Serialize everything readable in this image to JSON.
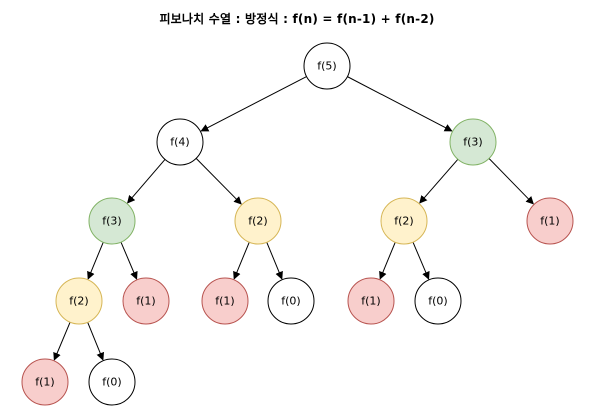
{
  "title": "피보나치 수열 :  방정식 : f(n) = f(n-1) + f(n-2)",
  "colors": {
    "white": {
      "fill": "#ffffff",
      "stroke": "#000000"
    },
    "green": {
      "fill": "#d5e8d4",
      "stroke": "#82b366"
    },
    "yellow": {
      "fill": "#fff2cc",
      "stroke": "#d6b656"
    },
    "red": {
      "fill": "#f8cecc",
      "stroke": "#b85450"
    }
  },
  "nodes": [
    {
      "id": "n5",
      "label": "f(5)",
      "color": "white"
    },
    {
      "id": "n4",
      "label": "f(4)",
      "color": "white"
    },
    {
      "id": "n3a",
      "label": "f(3)",
      "color": "green"
    },
    {
      "id": "n3b",
      "label": "f(3)",
      "color": "green"
    },
    {
      "id": "n2a",
      "label": "f(2)",
      "color": "yellow"
    },
    {
      "id": "n2c",
      "label": "f(2)",
      "color": "yellow"
    },
    {
      "id": "n1g",
      "label": "f(1)",
      "color": "red"
    },
    {
      "id": "n2b",
      "label": "f(2)",
      "color": "yellow"
    },
    {
      "id": "n1b",
      "label": "f(1)",
      "color": "red"
    },
    {
      "id": "n1c",
      "label": "f(1)",
      "color": "red"
    },
    {
      "id": "n0b",
      "label": "f(0)",
      "color": "white"
    },
    {
      "id": "n1e",
      "label": "f(1)",
      "color": "red"
    },
    {
      "id": "n0c",
      "label": "f(0)",
      "color": "white"
    },
    {
      "id": "n1a",
      "label": "f(1)",
      "color": "red"
    },
    {
      "id": "n0a",
      "label": "f(0)",
      "color": "white"
    }
  ],
  "edges": [
    [
      "n5",
      "n4"
    ],
    [
      "n5",
      "n3b"
    ],
    [
      "n4",
      "n3a"
    ],
    [
      "n4",
      "n2c"
    ],
    [
      "n3b",
      "n2b"
    ],
    [
      "n3b",
      "n1g"
    ],
    [
      "n3a",
      "n2a"
    ],
    [
      "n3a",
      "n1b"
    ],
    [
      "n2c",
      "n1c"
    ],
    [
      "n2c",
      "n0b"
    ],
    [
      "n2b",
      "n1e"
    ],
    [
      "n2b",
      "n0c"
    ],
    [
      "n2a",
      "n1a"
    ],
    [
      "n2a",
      "n0a"
    ]
  ]
}
